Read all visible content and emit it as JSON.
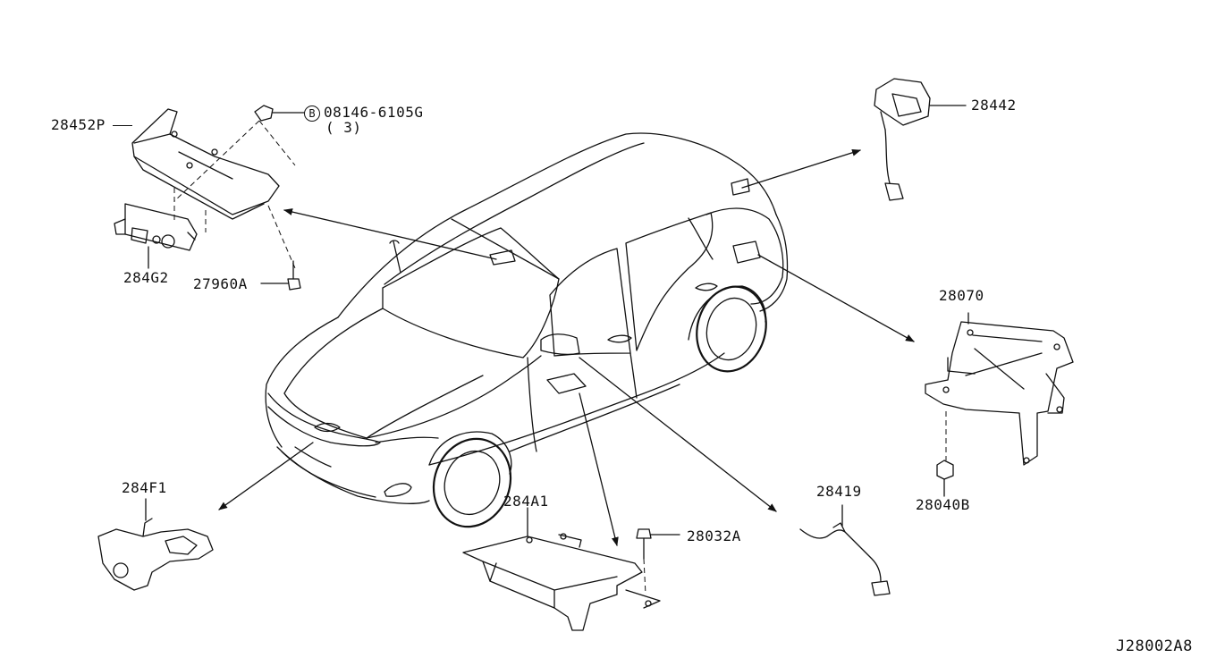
{
  "labels": {
    "p28452P": "28452P",
    "bolt_code": "08146-6105G",
    "bolt_qty": "( 3)",
    "bolt_mark": "B",
    "p284G2": "284G2",
    "p27960A": "27960A",
    "p28442": "28442",
    "p28070": "28070",
    "p28040B": "28040B",
    "p284F1": "284F1",
    "p284A1": "284A1",
    "p28032A": "28032A",
    "p28419": "28419",
    "diagram_id": "J28002A8"
  },
  "style": {
    "line_color": "#111111",
    "background": "#ffffff"
  }
}
